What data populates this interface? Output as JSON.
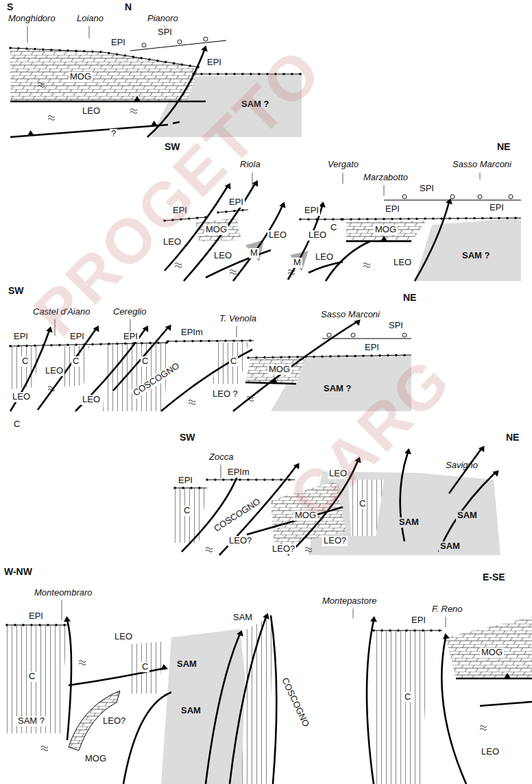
{
  "diagram": {
    "labels": [
      "S",
      "N",
      "Monghidoro",
      "Loiano",
      "Pianoro",
      "SPI",
      "EPI",
      "EPI",
      "MOG",
      "LEO",
      "SAM ?",
      "?",
      "SW",
      "NE",
      "Riola",
      "Vergato",
      "Marzabotto",
      "Sasso Marconi",
      "SPI",
      "EPI",
      "EPI",
      "EPI",
      "EPI",
      "EPI",
      "C",
      "MOG",
      "MOG",
      "LEO",
      "LEO",
      "LEO",
      "LEO",
      "LEO",
      "LEO",
      "M",
      "M",
      "SAM ?",
      "SW",
      "NE",
      "Castel d'Aiano",
      "Cereglio",
      "T. Venola",
      "Sasso Marconi",
      "SPI",
      "EPI",
      "EPI",
      "EPI",
      "EPIm",
      "EPI",
      "C",
      "C",
      "C",
      "C",
      "C",
      "LEO",
      "LEO",
      "LEO",
      "COSCOGNO",
      "MOG",
      "LEO ?",
      "SAM ?",
      "SW",
      "NE",
      "Zocca",
      "Savigno",
      "EPIm",
      "EPI",
      "C",
      "COSCOGNO",
      "LEO",
      "C",
      "MOG",
      "LEO?",
      "LEO?",
      "LEO?",
      "SAM",
      "SAM",
      "SAM",
      "W-NW",
      "E-SE",
      "Monteombraro",
      "Montepastore",
      "F. Reno",
      "EPI",
      "LEO",
      "C",
      "C",
      "SAM",
      "SAM",
      "SAM",
      "SAM ?",
      "LEO?",
      "MOG",
      "COSCOGNO",
      "EPI",
      "C",
      "MOG",
      "LEO",
      "PROGETTO",
      "CARG"
    ]
  }
}
